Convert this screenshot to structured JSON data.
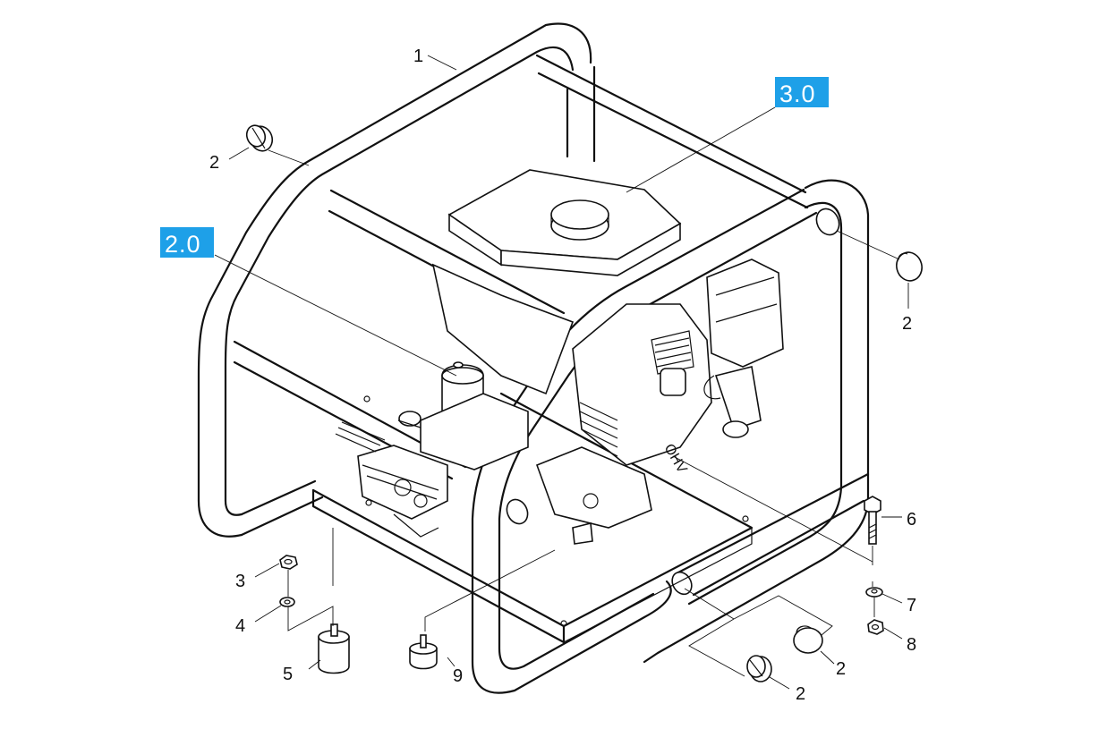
{
  "callouts": {
    "c1": "1",
    "c2_top_left": "2",
    "c2_right": "2",
    "c2_bottom_right": "2",
    "c2_bottom": "2",
    "c3": "3",
    "c4": "4",
    "c5": "5",
    "c6": "6",
    "c7": "7",
    "c8": "8",
    "c9": "9"
  },
  "badges": {
    "engine_group": "3.0",
    "pump_group": "2.0"
  },
  "engine_text": "OHV",
  "colors": {
    "badge": "#1ea0e8",
    "line": "#111111"
  }
}
